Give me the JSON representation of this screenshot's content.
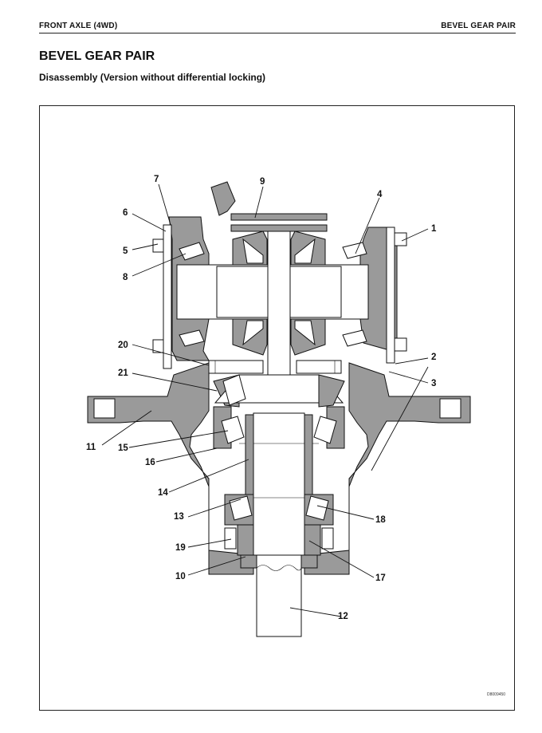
{
  "header": {
    "left": "FRONT AXLE (4WD)",
    "right": "BEVEL GEAR PAIR"
  },
  "page_title": "BEVEL GEAR PAIR",
  "subtitle": "Disassembly (Version without differential locking)",
  "figure": {
    "code": "D8009450",
    "callouts": {
      "c1": "1",
      "c2": "2",
      "c3": "3",
      "c4": "4",
      "c5": "5",
      "c6": "6",
      "c7": "7",
      "c8": "8",
      "c9": "9",
      "c10": "10",
      "c11": "11",
      "c12": "12",
      "c13": "13",
      "c14": "14",
      "c15": "15",
      "c16": "16",
      "c17": "17",
      "c18": "18",
      "c19": "19",
      "c20": "20",
      "c21": "21"
    }
  }
}
